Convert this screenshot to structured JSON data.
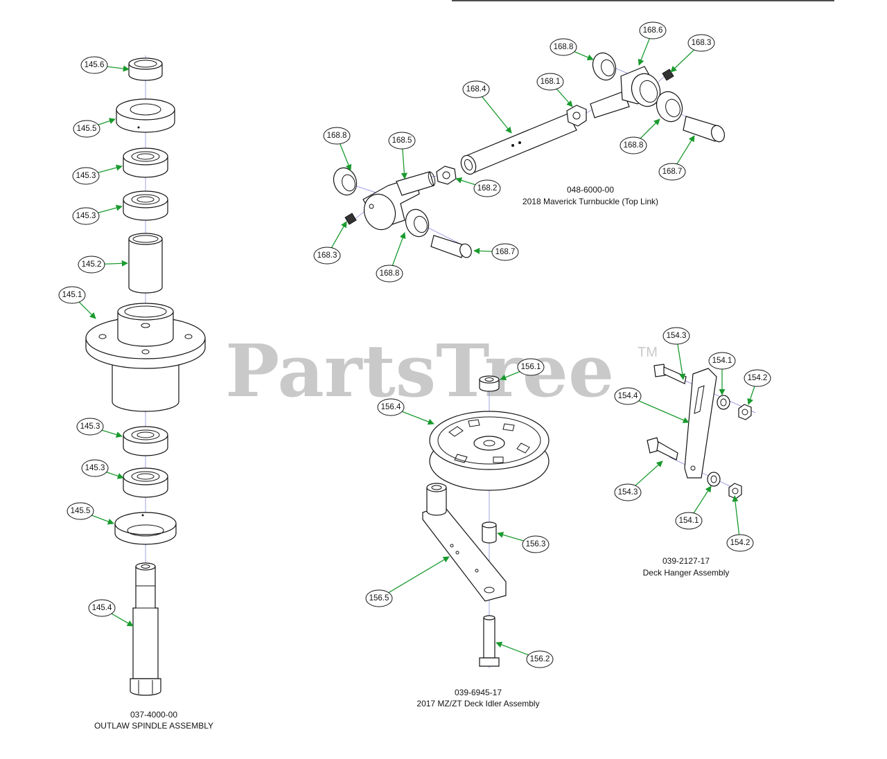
{
  "watermark": {
    "text": "PartsTree",
    "trademark": "TM"
  },
  "assemblies": [
    {
      "part_number": "037-4000-00",
      "name": "OUTLAW SPINDLE ASSEMBLY"
    },
    {
      "part_number": "048-6000-00",
      "name": "2018 Maverick Turnbuckle (Top Link)"
    },
    {
      "part_number": "039-6945-17",
      "name": "2017 MZ/ZT Deck Idler Assembly"
    },
    {
      "part_number": "039-2127-17",
      "name": "Deck Hanger Assembly"
    }
  ],
  "callouts": [
    "145.6",
    "145.5",
    "145.3",
    "145.3",
    "145.2",
    "145.1",
    "145.3",
    "145.3",
    "145.5",
    "145.4",
    "168.8",
    "168.6",
    "168.3",
    "168.1",
    "168.4",
    "168.8",
    "168.8",
    "168.5",
    "168.2",
    "168.3",
    "168.8",
    "168.7",
    "168.7",
    "156.1",
    "156.4",
    "156.3",
    "156.5",
    "156.2",
    "154.3",
    "154.1",
    "154.2",
    "154.4",
    "154.3",
    "154.1",
    "154.2"
  ],
  "colors": {
    "leader": "#1a9a2e",
    "axis": "#7a7adb",
    "watermark": "#c9c9c9"
  }
}
